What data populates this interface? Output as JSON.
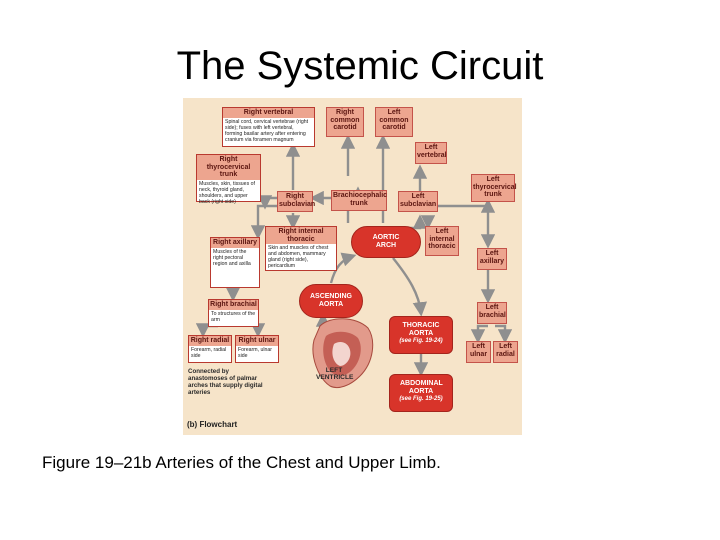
{
  "slide": {
    "title": "The Systemic Circuit",
    "caption": "Figure 19‒21b Arteries of the Chest and Upper Limb."
  },
  "figure": {
    "subtitle": "(b) Flowchart",
    "colors": {
      "background": "#f6e4c9",
      "label_fill": "#eda58f",
      "aorta_fill": "#d8342a",
      "arrow": "#8f8f8f"
    },
    "right_vertebral": {
      "label": "Right vertebral",
      "desc": "Spinal cord, cervical vertebrae (right side); fuses with left vertebral, forming basilar artery after entering cranium via foramen magnum"
    },
    "right_common_carotid": {
      "label": "Right common carotid"
    },
    "left_common_carotid": {
      "label": "Left common carotid"
    },
    "left_vertebral": {
      "label": "Left vertebral"
    },
    "right_thyrocervical": {
      "label": "Right thyrocervical trunk",
      "desc": "Muscles, skin, tissues of neck, thyroid gland, shoulders, and upper back (right side)"
    },
    "left_thyrocervical": {
      "label": "Left thyrocervical trunk"
    },
    "right_subclavian": {
      "label": "Right subclavian"
    },
    "brachiocephalic": {
      "label": "Brachiocephalic trunk"
    },
    "left_subclavian": {
      "label": "Left subclavian"
    },
    "right_internal_thoracic": {
      "label": "Right internal thoracic",
      "desc": "Skin and muscles of chest and abdomen, mammary gland (right side), pericardium"
    },
    "aortic_arch": {
      "label": "AORTIC ARCH"
    },
    "left_internal_thoracic": {
      "label": "Left internal thoracic"
    },
    "right_axillary": {
      "label": "Right axillary",
      "desc": "Muscles of the right pectoral region and axilla"
    },
    "left_axillary": {
      "label": "Left axillary"
    },
    "ascending_aorta": {
      "label": "ASCENDING AORTA"
    },
    "right_brachial": {
      "label": "Right brachial",
      "desc": "To structures of the arm"
    },
    "left_brachial": {
      "label": "Left brachial"
    },
    "thoracic_aorta": {
      "label": "THORACIC AORTA",
      "ref": "(see Fig. 19-24)"
    },
    "right_radial": {
      "label": "Right radial",
      "desc": "Forearm, radial side"
    },
    "right_ulnar": {
      "label": "Right ulnar",
      "desc": "Forearm, ulnar side"
    },
    "left_ulnar": {
      "label": "Left ulnar"
    },
    "left_radial": {
      "label": "Left radial"
    },
    "anastomoses_note": "Connected by anastomoses of palmar arches that supply digital arteries",
    "left_ventricle": "LEFT VENTRICLE",
    "abdominal_aorta": {
      "label": "ABDOMINAL AORTA",
      "ref": "(see Fig. 19-25)"
    }
  }
}
